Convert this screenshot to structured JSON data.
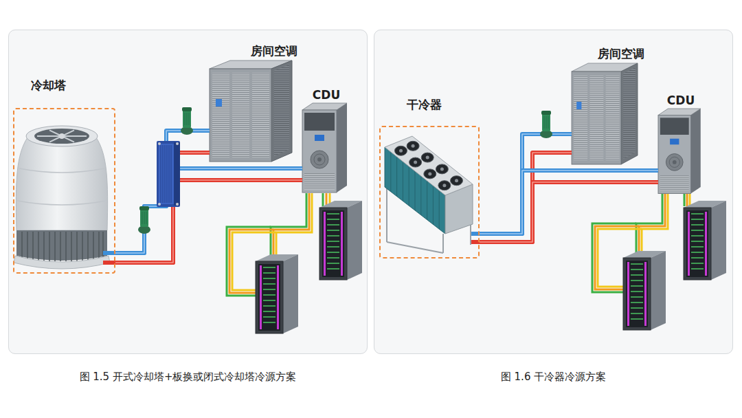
{
  "diagram": {
    "nodes": [
      {
        "text": [
          "图 1.5 开式冷却塔+板换或闭式冷却塔冷源方案"
        ]
      },
      {
        "text": [
          "冷却塔"
        ],
        "in": 0
      },
      {
        "text": [
          "房间空调"
        ],
        "in": 0
      },
      {
        "text": [
          "CDU"
        ],
        "in": 0
      },
      {
        "text": [
          "图 1.6 干冷器冷源方案"
        ]
      },
      {
        "text": [
          "干冷器"
        ],
        "in": 4
      },
      {
        "text": [
          "房间空调"
        ],
        "in": 4
      },
      {
        "text": [
          "CDU"
        ],
        "in": 4
      }
    ],
    "edges": [
      {
        "from": 1,
        "to": 2,
        "arrow": "none"
      },
      {
        "from": 1,
        "to": 3,
        "arrow": "none"
      },
      {
        "from": 5,
        "to": 6,
        "arrow": "none"
      },
      {
        "from": 5,
        "to": 7,
        "arrow": "none"
      }
    ]
  }
}
